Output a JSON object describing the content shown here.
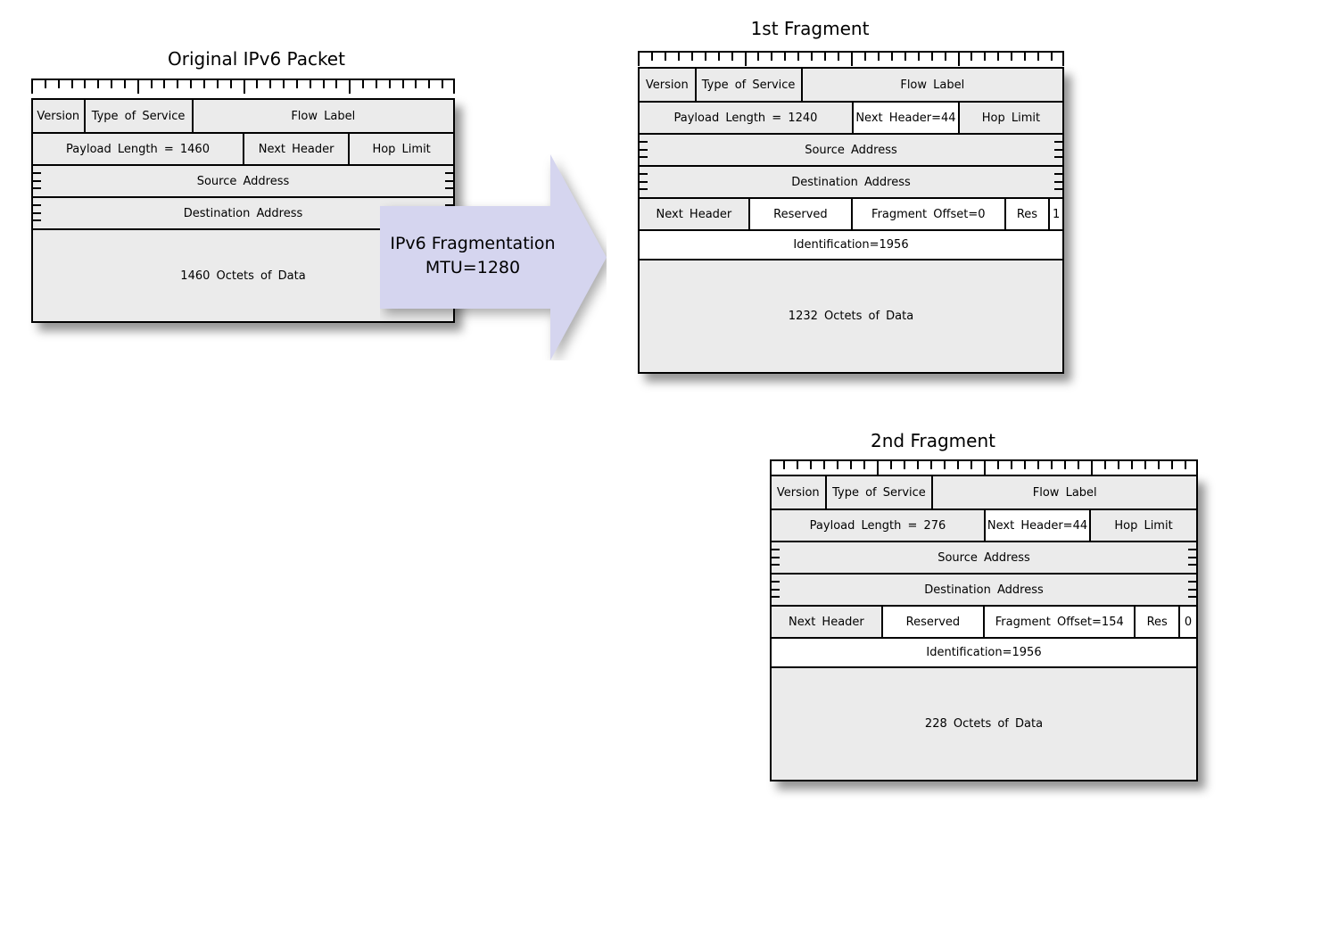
{
  "colors": {
    "background": "#ffffff",
    "text": "#000000",
    "border": "#000000",
    "cell_gray": "#ebebeb",
    "cell_white": "#ffffff",
    "arrow_fill": "#d5d5ef"
  },
  "ruler": {
    "units": 32,
    "major": 8
  },
  "arrow": {
    "line1": "IPv6 Fragmentation",
    "line2": "MTU=1280"
  },
  "diagrams": [
    {
      "id": "original",
      "title": "Original IPv6 Packet",
      "rows": [
        {
          "height": 36,
          "cells": [
            {
              "label": "Version",
              "width": 12.0,
              "bg": "gray",
              "name": "version"
            },
            {
              "label": "Type of Service",
              "width": 25.7,
              "bg": "gray",
              "name": "type-of-service"
            },
            {
              "label": "Flow Label",
              "width": 62.3,
              "bg": "gray",
              "name": "flow-label"
            }
          ]
        },
        {
          "height": 36,
          "cells": [
            {
              "label": "Payload Length = 1460",
              "width": 49.9,
              "bg": "gray",
              "name": "payload-length"
            },
            {
              "label": "Next Header",
              "width": 25.1,
              "bg": "gray",
              "name": "next-header"
            },
            {
              "label": "Hop Limit",
              "width": 25.0,
              "bg": "gray",
              "name": "hop-limit"
            }
          ]
        },
        {
          "height": 36,
          "breaks": true,
          "cells": [
            {
              "label": "Source Address",
              "width": 100,
              "bg": "gray",
              "name": "source-address"
            }
          ]
        },
        {
          "height": 36,
          "breaks": true,
          "cells": [
            {
              "label": "Destination Address",
              "width": 100,
              "bg": "gray",
              "name": "destination-address"
            }
          ]
        },
        {
          "height": 104,
          "cells": [
            {
              "label": "1460 Octets of Data",
              "width": 100,
              "bg": "gray",
              "name": "data-octets"
            }
          ]
        }
      ]
    },
    {
      "id": "fragment1",
      "title": "1st Fragment",
      "rows": [
        {
          "height": 36,
          "cells": [
            {
              "label": "Version",
              "width": 13.0,
              "bg": "gray",
              "name": "version"
            },
            {
              "label": "Type of Service",
              "width": 25.1,
              "bg": "gray",
              "name": "type-of-service"
            },
            {
              "label": "Flow Label",
              "width": 61.9,
              "bg": "gray",
              "name": "flow-label"
            }
          ]
        },
        {
          "height": 36,
          "cells": [
            {
              "label": "Payload Length = 1240",
              "width": 50.2,
              "bg": "gray",
              "name": "payload-length"
            },
            {
              "label": "Next Header=44",
              "width": 25.1,
              "bg": "white",
              "name": "next-header"
            },
            {
              "label": "Hop Limit",
              "width": 24.7,
              "bg": "gray",
              "name": "hop-limit"
            }
          ]
        },
        {
          "height": 36,
          "breaks": true,
          "cells": [
            {
              "label": "Source Address",
              "width": 100,
              "bg": "gray",
              "name": "source-address"
            }
          ]
        },
        {
          "height": 36,
          "breaks": true,
          "cells": [
            {
              "label": "Destination Address",
              "width": 100,
              "bg": "gray",
              "name": "destination-address"
            }
          ]
        },
        {
          "height": 36,
          "cells": [
            {
              "label": "Next Header",
              "width": 25.7,
              "bg": "gray",
              "name": "frag-next-header"
            },
            {
              "label": "Reserved",
              "width": 24.3,
              "bg": "white",
              "name": "reserved"
            },
            {
              "label": "Fragment Offset=0",
              "width": 36.2,
              "bg": "white",
              "name": "fragment-offset"
            },
            {
              "label": "Res",
              "width": 10.5,
              "bg": "white",
              "name": "res"
            },
            {
              "label": "1",
              "width": 3.3,
              "bg": "white",
              "name": "m-flag"
            }
          ]
        },
        {
          "height": 33,
          "cells": [
            {
              "label": "Identification=1956",
              "width": 100,
              "bg": "white",
              "name": "identification"
            }
          ]
        },
        {
          "height": 127,
          "cells": [
            {
              "label": "1232 Octets of Data",
              "width": 100,
              "bg": "gray",
              "name": "data-octets"
            }
          ]
        }
      ]
    },
    {
      "id": "fragment2",
      "title": "2nd Fragment",
      "rows": [
        {
          "height": 36,
          "cells": [
            {
              "label": "Version",
              "width": 12.5,
              "bg": "gray",
              "name": "version"
            },
            {
              "label": "Type of Service",
              "width": 25.2,
              "bg": "gray",
              "name": "type-of-service"
            },
            {
              "label": "Flow Label",
              "width": 62.3,
              "bg": "gray",
              "name": "flow-label"
            }
          ]
        },
        {
          "height": 36,
          "cells": [
            {
              "label": "Payload Length = 276",
              "width": 50.0,
              "bg": "gray",
              "name": "payload-length"
            },
            {
              "label": "Next Header=44",
              "width": 24.8,
              "bg": "white",
              "name": "next-header"
            },
            {
              "label": "Hop Limit",
              "width": 25.2,
              "bg": "gray",
              "name": "hop-limit"
            }
          ]
        },
        {
          "height": 36,
          "breaks": true,
          "cells": [
            {
              "label": "Source Address",
              "width": 100,
              "bg": "gray",
              "name": "source-address"
            }
          ]
        },
        {
          "height": 36,
          "breaks": true,
          "cells": [
            {
              "label": "Destination Address",
              "width": 100,
              "bg": "gray",
              "name": "destination-address"
            }
          ]
        },
        {
          "height": 36,
          "cells": [
            {
              "label": "Next Header",
              "width": 25.8,
              "bg": "gray",
              "name": "frag-next-header"
            },
            {
              "label": "Reserved",
              "width": 24.0,
              "bg": "white",
              "name": "reserved"
            },
            {
              "label": "Fragment Offset=154",
              "width": 35.6,
              "bg": "white",
              "name": "fragment-offset"
            },
            {
              "label": "Res",
              "width": 10.4,
              "bg": "white",
              "name": "res"
            },
            {
              "label": "0",
              "width": 4.2,
              "bg": "white",
              "name": "m-flag"
            }
          ]
        },
        {
          "height": 33,
          "cells": [
            {
              "label": "Identification=1956",
              "width": 100,
              "bg": "white",
              "name": "identification"
            }
          ]
        },
        {
          "height": 127,
          "cells": [
            {
              "label": "228 Octets of Data",
              "width": 100,
              "bg": "gray",
              "name": "data-octets"
            }
          ]
        }
      ]
    }
  ]
}
